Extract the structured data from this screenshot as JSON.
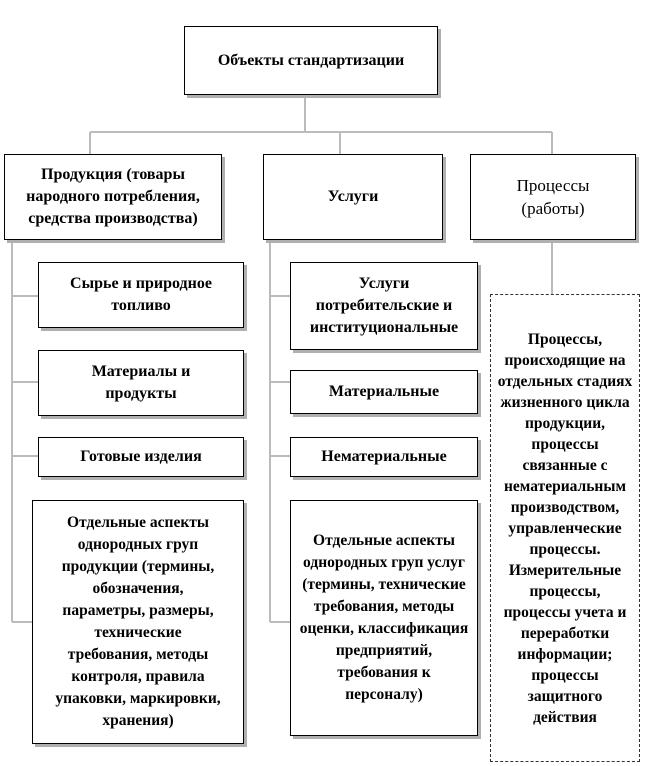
{
  "root": {
    "label": "Объекты стандартизации"
  },
  "branches": [
    {
      "label": "Продукция (товары народного потребления, средства производства)",
      "children": [
        "Сырье и природное топливо",
        "Материалы и продукты",
        "Готовые изделия",
        "Отдельные аспекты однородных груп продукции (термины, обозначения, параметры, размеры, технические требования, методы контроля, правила упаковки, маркировки, хранения)"
      ]
    },
    {
      "label": "Услуги",
      "children": [
        "Услуги потребительские и институциональные",
        "Материальные",
        "Нематериальные",
        "Отдельные аспекты однородных груп услуг (термины, технические требования, методы оценки, классификация предприятий, требования к персоналу)"
      ]
    },
    {
      "label": "Процессы (работы)",
      "children": [
        "Процессы, происходящие на отдельных стадиях жизненного цикла продукции, процессы связанные с нематериальным производством, управленческие процессы. Измерительные процессы, процессы учета и переработки информации; процессы защитного действия"
      ]
    }
  ]
}
